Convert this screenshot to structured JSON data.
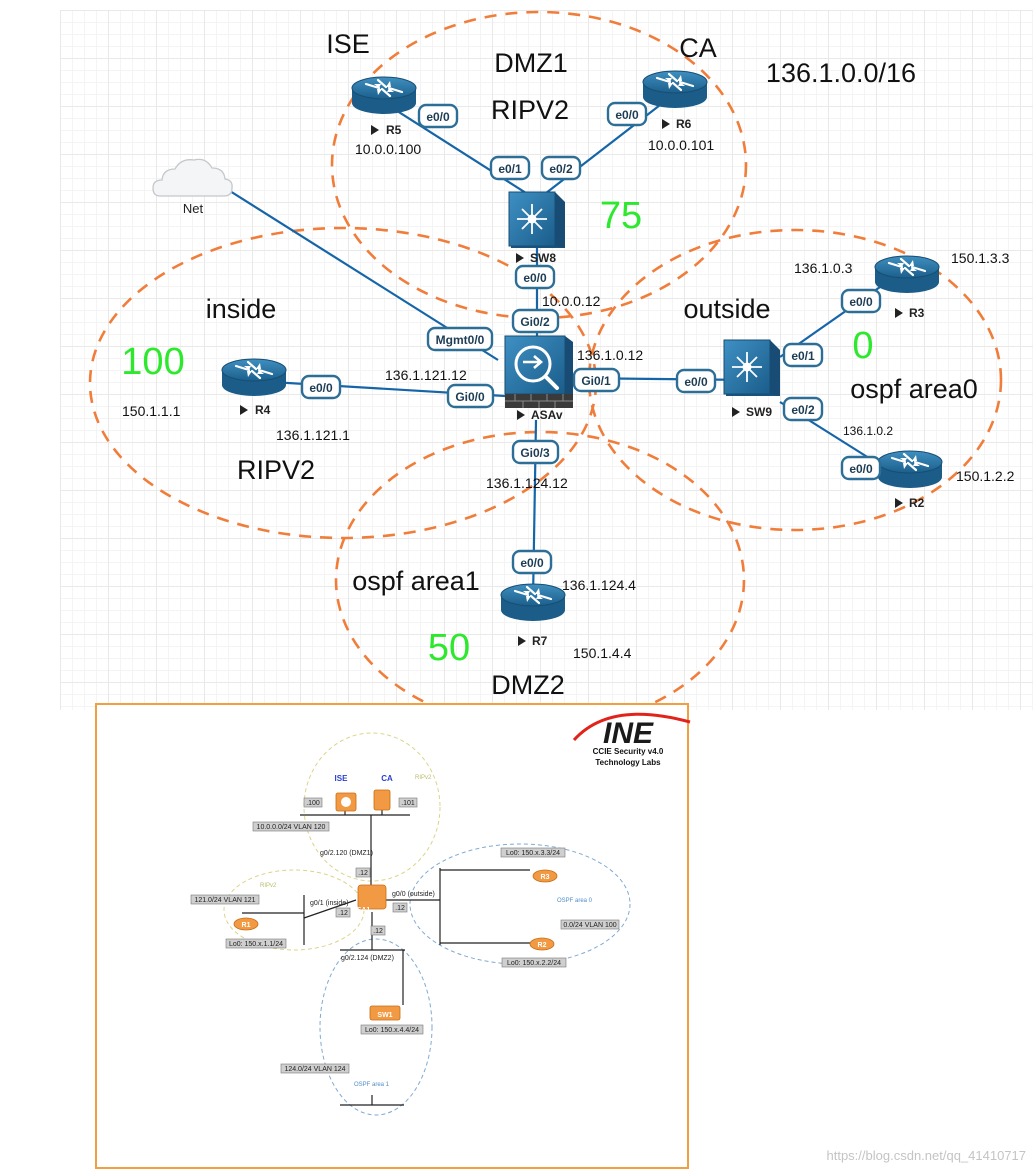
{
  "topology": {
    "zones": {
      "dmz1": "DMZ1",
      "dmz1_protocol": "RIPV2",
      "inside": "inside",
      "inside_protocol": "RIPV2",
      "outside": "outside",
      "outside_protocol": "ospf area0",
      "dmz2": "DMZ2",
      "dmz2_protocol": "ospf area1",
      "supernet": "136.1.0.0/16"
    },
    "security_levels": {
      "dmz1": "75",
      "inside": "100",
      "outside": "0",
      "dmz2": "50"
    },
    "nodes": {
      "ise_label": "ISE",
      "ca_label": "CA",
      "r5": {
        "name": "R5",
        "ip": "10.0.0.100"
      },
      "r6": {
        "name": "R6",
        "ip": "10.0.0.101"
      },
      "sw8": {
        "name": "SW8"
      },
      "net": {
        "name": "Net"
      },
      "asav": {
        "name": "ASAv"
      },
      "r4": {
        "name": "R4",
        "loopback": "150.1.1.1",
        "ip": "136.1.121.1"
      },
      "sw9": {
        "name": "SW9"
      },
      "r3": {
        "name": "R3",
        "ip": "136.1.0.3",
        "loopback": "150.1.3.3"
      },
      "r2": {
        "name": "R2",
        "ip": "136.1.0.2",
        "loopback": "150.1.2.2"
      },
      "r7": {
        "name": "R7",
        "ip": "136.1.124.4",
        "loopback": "150.1.4.4"
      }
    },
    "asa_ips": {
      "gi0_2": "10.0.0.12",
      "gi0_1": "136.1.0.12",
      "gi0_0": "136.1.121.12",
      "gi0_3": "136.1.124.12"
    },
    "interfaces": {
      "r5_e00": "e0/0",
      "r6_e00": "e0/0",
      "sw8_e01": "e0/1",
      "sw8_e02": "e0/2",
      "sw8_e00": "e0/0",
      "asa_gi02": "Gi0/2",
      "asa_mgmt": "Mgmt0/0",
      "asa_gi00": "Gi0/0",
      "r4_e00": "e0/0",
      "asa_gi01": "Gi0/1",
      "sw9_e00": "e0/0",
      "sw9_e01": "e0/1",
      "sw9_e02": "e0/2",
      "r3_e00": "e0/0",
      "r2_e00": "e0/0",
      "asa_gi03": "Gi0/3",
      "r7_e00": "e0/0"
    }
  },
  "lab_reference": {
    "logo": "INE",
    "subtitle1": "CCIE Security v4.0",
    "subtitle2": "Technology Labs",
    "ise": "ISE",
    "ca": "CA",
    "ripv2_top": "RIPv2",
    "ripv2_left": "RIPv2",
    "host100": ".100",
    "host101": ".101",
    "vlan120": "10.0.0.0/24 VLAN 120",
    "dmz1_if": "g0/2.120 (DMZ1)",
    "dot12_top": ".12",
    "outside_if": "g0/0 (outside)",
    "dot12_right": ".12",
    "inside_if": "g0/1 (inside)",
    "dot12_left": ".12",
    "dot12_bottom": ".12",
    "asa": "ASA1",
    "vlan121": "121.0/24 VLAN 121",
    "r1": "R1",
    "lo_r1": "Lo0: 150.x.1.1/24",
    "lo_r3": "Lo0: 150.x.3.3/24",
    "r3": "R3",
    "ospf0": "OSPF area 0",
    "vlan100": "0.0/24 VLAN 100",
    "r2": "R2",
    "lo_r2": "Lo0: 150.x.2.2/24",
    "dmz2_if": "g0/2.124 (DMZ2)",
    "sw1": "SW1",
    "lo_sw1": "Lo0: 150.x.4.4/24",
    "vlan124": "124.0/24 VLAN 124",
    "ospf1": "OSPF area 1"
  },
  "watermark": "https://blog.csdn.net/qq_41410717"
}
